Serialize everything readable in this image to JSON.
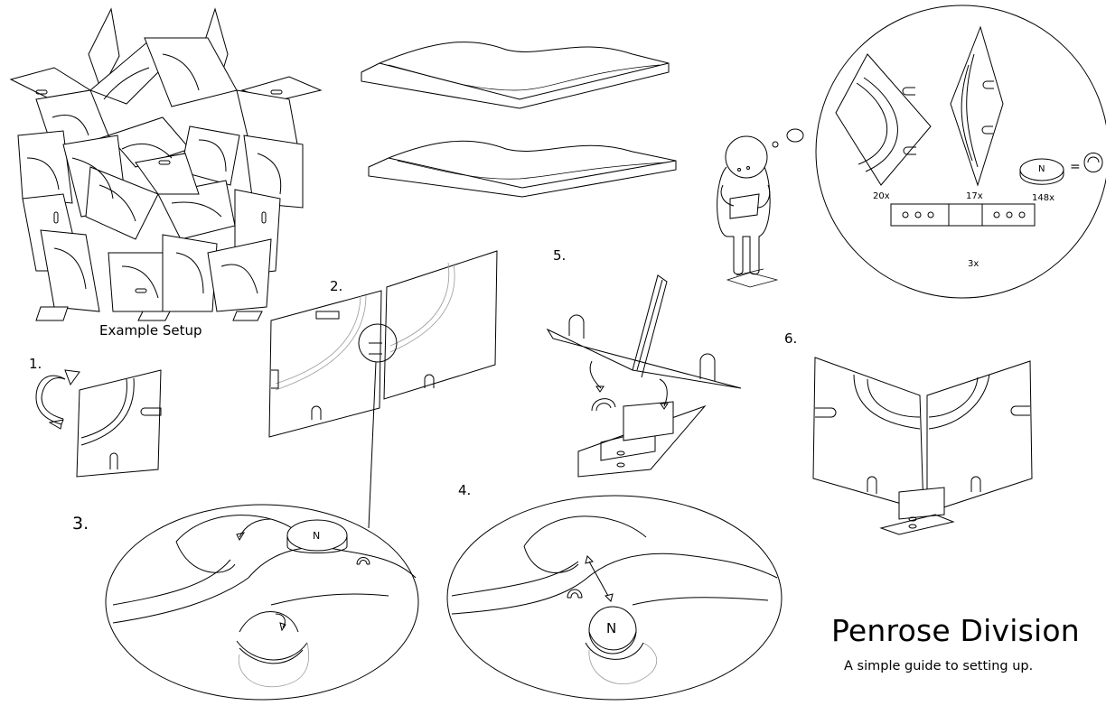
{
  "example": {
    "caption": "Example Setup"
  },
  "steps": {
    "s1": "1.",
    "s2": "2.",
    "s3": "3.",
    "s4": "4.",
    "s5": "5.",
    "s6": "6."
  },
  "parts": {
    "rhombus_wide_count": "20x",
    "rhombus_thin_count": "17x",
    "magnet_count": "148x",
    "strip_count": "3x",
    "magnet_letter": "N",
    "equals": "="
  },
  "details": {
    "magnet_letter_step3": "N",
    "magnet_letter_step4": "N"
  },
  "title": {
    "main": "Penrose Division",
    "sub": "A simple guide to setting up."
  }
}
